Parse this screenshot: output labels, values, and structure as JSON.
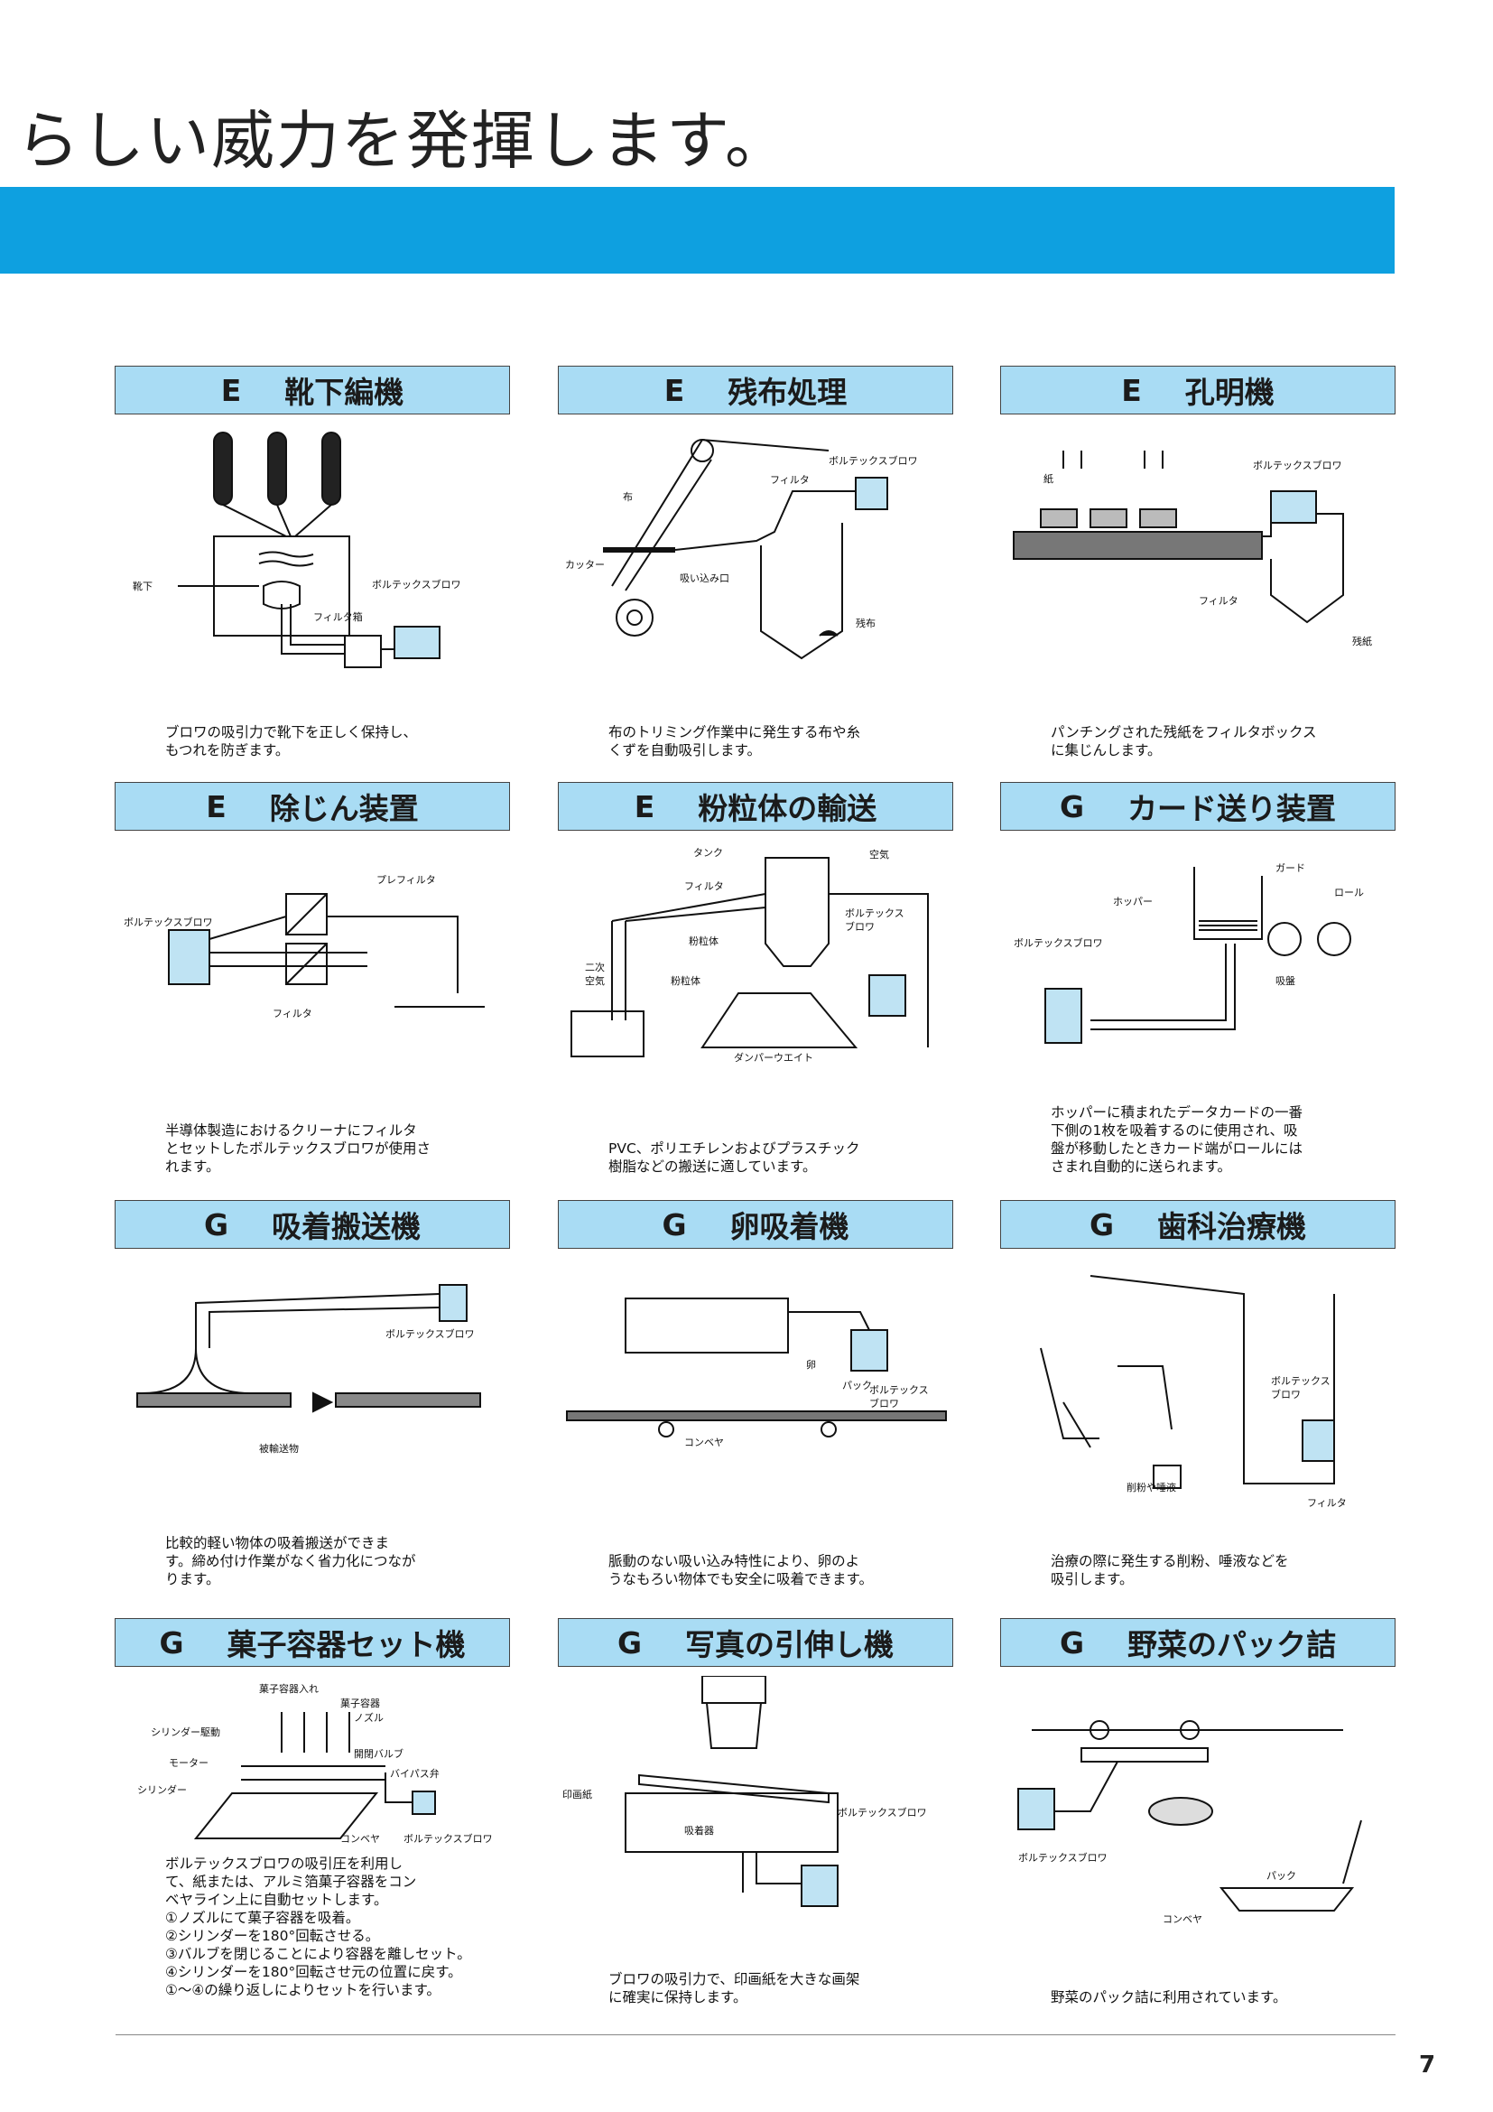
{
  "headline": "らしい威力を発揮します。",
  "page_number": "7",
  "cards": [
    {
      "category": "E",
      "title": "靴下編機",
      "labels": [
        "靴下",
        "ボルテックスブロワ",
        "フィルタ箱"
      ],
      "caption": [
        "ブロワの吸引力で靴下を正しく保持し、",
        "もつれを防ぎます。"
      ]
    },
    {
      "category": "E",
      "title": "残布処理",
      "labels": [
        "ボルテックスブロワ",
        "フィルタ",
        "布",
        "カッター",
        "吸い込み口",
        "残布"
      ],
      "caption": [
        "布のトリミング作業中に発生する布や糸",
        "くずを自動吸引します。"
      ]
    },
    {
      "category": "E",
      "title": "孔明機",
      "labels": [
        "ボルテックスブロワ",
        "紙",
        "フィルタ",
        "残紙"
      ],
      "caption": [
        "パンチングされた残紙をフィルタボックス",
        "に集じんします。"
      ]
    },
    {
      "category": "E",
      "title": "除じん装置",
      "labels": [
        "プレフィルタ",
        "ボルテックスブロワ",
        "フィルタ"
      ],
      "caption": [
        "半導体製造におけるクリーナにフィルタ",
        "とセットしたボルテックスブロワが使用さ",
        "れます。"
      ]
    },
    {
      "category": "E",
      "title": "粉粒体の輸送",
      "labels": [
        "タンク",
        "空気",
        "フィルタ",
        "ボルテックス",
        "ブロワ",
        "粉粒体",
        "二次",
        "空気",
        "粉粒体",
        "ダンパーウエイト"
      ],
      "caption": [
        "PVC、ポリエチレンおよびプラスチック",
        "樹脂などの搬送に適しています。"
      ]
    },
    {
      "category": "G",
      "title": "カード送り装置",
      "labels": [
        "ガード",
        "ロール",
        "ホッパー",
        "ボルテックスブロワ",
        "吸盤"
      ],
      "caption": [
        "ホッパーに積まれたデータカードの一番",
        "下側の1枚を吸着するのに使用され、吸",
        "盤が移動したときカード端がロールには",
        "さまれ自動的に送られます。"
      ]
    },
    {
      "category": "G",
      "title": "吸着搬送機",
      "labels": [
        "ボルテックスブロワ",
        "被輸送物"
      ],
      "caption": [
        "比較的軽い物体の吸着搬送ができま",
        "す。締め付け作業がなく省力化につなが",
        "ります。"
      ]
    },
    {
      "category": "G",
      "title": "卵吸着機",
      "labels": [
        "卵",
        "パック",
        "ボルテックス",
        "ブロワ",
        "コンベヤ"
      ],
      "caption": [
        "脈動のない吸い込み特性により、卵のよ",
        "うなもろい物体でも安全に吸着できます。"
      ]
    },
    {
      "category": "G",
      "title": "歯科治療機",
      "labels": [
        "ボルテックス",
        "ブロワ",
        "削粉や唾液",
        "フィルタ"
      ],
      "caption": [
        "治療の際に発生する削粉、唾液などを",
        "吸引します。"
      ]
    },
    {
      "category": "G",
      "title": "菓子容器セット機",
      "labels": [
        "菓子容器入れ",
        "菓子容器",
        "ノズル",
        "シリンダー駆動",
        "開閉バルブ",
        "モーター",
        "バイパス弁",
        "シリンダー",
        "コンベヤ",
        "ボルテックスブロワ"
      ],
      "caption": [
        "ボルテックスブロワの吸引圧を利用し",
        "て、紙または、アルミ箔菓子容器をコン",
        "ベヤライン上に自動セットします。",
        "①ノズルにて菓子容器を吸着。",
        "②シリンダーを180°回転させる。",
        "③バルブを閉じることにより容器を離しセット。",
        "④シリンダーを180°回転させ元の位置に戻す。",
        "①～④の繰り返しによりセットを行います。"
      ]
    },
    {
      "category": "G",
      "title": "写真の引伸し機",
      "labels": [
        "印画紙",
        "ボルテックスブロワ",
        "吸着器"
      ],
      "caption": [
        "ブロワの吸引力で、印画紙を大きな画架",
        "に確実に保持します。"
      ]
    },
    {
      "category": "G",
      "title": "野菜のパック詰",
      "labels": [
        "ボルテックスブロワ",
        "パック",
        "コンベヤ"
      ],
      "caption": [
        "野菜のパック詰に利用されています。"
      ]
    }
  ]
}
